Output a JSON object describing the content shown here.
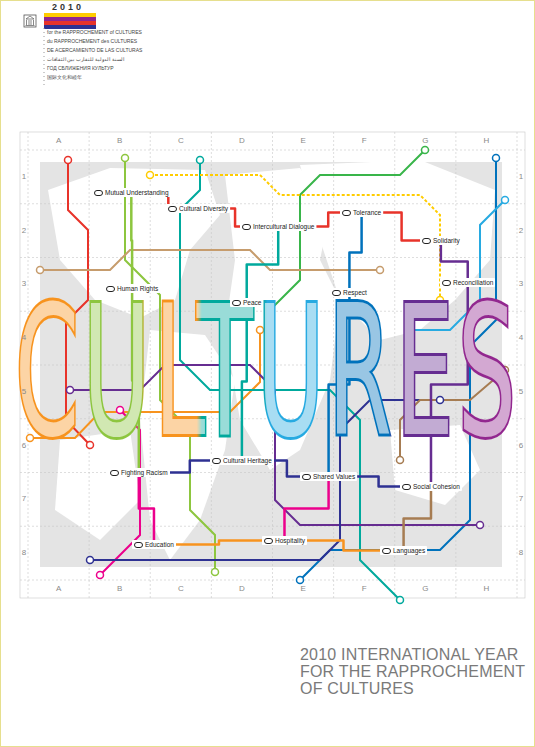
{
  "diagram": {
    "caption": "2010 INTERNATIONAL YEAR FOR THE RAPPROCHEMENT OF CULTURES",
    "nodes": [
      {
        "text": [
          "Mutual Understanding"
        ]
      },
      {
        "text": [
          "Cultural Diversity"
        ]
      },
      {
        "text": [
          "Intercultural Dialogue"
        ]
      },
      {
        "text": [
          "Tolerance"
        ]
      },
      {
        "text": [
          "Solidarity"
        ]
      },
      {
        "text": [
          "Human Rights"
        ]
      },
      {
        "text": [
          "Peace"
        ]
      },
      {
        "text": [
          "Respect"
        ]
      },
      {
        "text": [
          "Reconciliation"
        ]
      },
      {
        "text": [
          "Fighting Racism"
        ]
      },
      {
        "text": [
          "Cultural Heritage"
        ]
      },
      {
        "text": [
          "Shared Values"
        ]
      },
      {
        "text": [
          "Social Cohesion"
        ]
      },
      {
        "text": [
          "Education"
        ]
      },
      {
        "text": [
          "Hospitality"
        ]
      },
      {
        "text": [
          "Languages"
        ]
      }
    ],
    "edges": [
      {
        "from": 0,
        "to": 1,
        "arrow": "none"
      },
      {
        "from": 1,
        "to": 2,
        "arrow": "none"
      },
      {
        "from": 2,
        "to": 3,
        "arrow": "none"
      },
      {
        "from": 3,
        "to": 4,
        "arrow": "none"
      },
      {
        "from": 0,
        "to": 5,
        "arrow": "none"
      },
      {
        "from": 5,
        "to": 9,
        "arrow": "none"
      },
      {
        "from": 2,
        "to": 6,
        "arrow": "none"
      },
      {
        "from": 6,
        "to": 10,
        "arrow": "none"
      },
      {
        "from": 3,
        "to": 7,
        "arrow": "none"
      },
      {
        "from": 7,
        "to": 11,
        "arrow": "none"
      },
      {
        "from": 4,
        "to": 8,
        "arrow": "none"
      },
      {
        "from": 8,
        "to": 12,
        "arrow": "none"
      },
      {
        "from": 9,
        "to": 10,
        "arrow": "none"
      },
      {
        "from": 10,
        "to": 11,
        "arrow": "none"
      },
      {
        "from": 11,
        "to": 12,
        "arrow": "none"
      },
      {
        "from": 13,
        "to": 14,
        "arrow": "none"
      },
      {
        "from": 14,
        "to": 15,
        "arrow": "none"
      },
      {
        "from": 9,
        "to": 13,
        "arrow": "none"
      },
      {
        "from": 11,
        "to": 14,
        "arrow": "none"
      },
      {
        "from": 12,
        "to": 15,
        "arrow": "none"
      }
    ],
    "labels": [
      "2010",
      "for the RAPPROCHEMENT of CULTURES",
      "du RAPPROCHEMENT des CULTURES",
      "DE ACERCAMIENTO DE LAS CULTURAS",
      "السنة الدولية للتقارب بين الثقافات",
      "ГОД СБЛИЖЕНИЯ КУЛЬТУР",
      "国际文化和睦年",
      "CULTURES",
      "A",
      "B",
      "C",
      "D",
      "E",
      "F",
      "G",
      "H",
      "A",
      "B",
      "C",
      "D",
      "E",
      "F",
      "G",
      "H",
      "1",
      "2",
      "3",
      "4",
      "5",
      "6",
      "7",
      "8",
      "1",
      "2",
      "3",
      "4",
      "5",
      "6",
      "7",
      "8"
    ]
  }
}
